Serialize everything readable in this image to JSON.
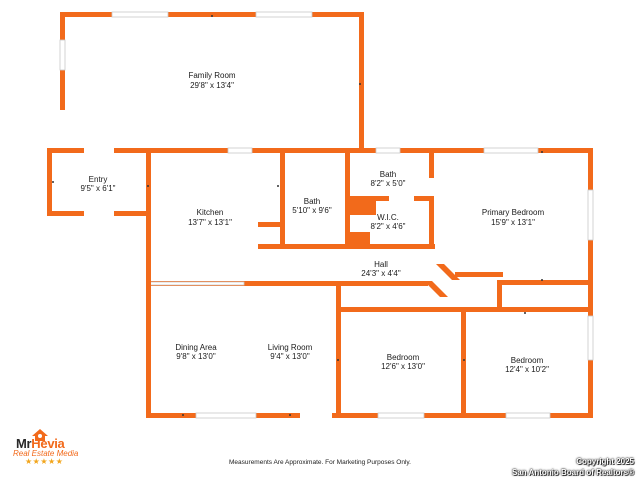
{
  "rooms": {
    "family_room": {
      "name": "Family Room",
      "dims": "29'8\" x 13'4\""
    },
    "entry": {
      "name": "Entry",
      "dims": "9'5\" x 6'1\""
    },
    "kitchen": {
      "name": "Kitchen",
      "dims": "13'7\" x 13'1\""
    },
    "bath_1": {
      "name": "Bath",
      "dims": "5'10\" x 9'6\""
    },
    "bath_2": {
      "name": "Bath",
      "dims": "8'2\" x 5'0\""
    },
    "wic": {
      "name": "W.I.C.",
      "dims": "8'2\" x 4'6\""
    },
    "primary_bedroom": {
      "name": "Primary Bedroom",
      "dims": "15'9\" x 13'1\""
    },
    "hall": {
      "name": "Hall",
      "dims": "24'3\" x 4'4\""
    },
    "dining_area": {
      "name": "Dining Area",
      "dims": "9'8\" x 13'0\""
    },
    "living_room": {
      "name": "Living Room",
      "dims": "9'4\" x 13'0\""
    },
    "bedroom_1": {
      "name": "Bedroom",
      "dims": "12'6\" x 13'0\""
    },
    "bedroom_2": {
      "name": "Bedroom",
      "dims": "12'4\" x 10'2\""
    }
  },
  "logo": {
    "brand_1": "Mr",
    "brand_2": "Hevia",
    "tagline": "Real Estate Media",
    "stars": "★★★★★"
  },
  "disclaimer": "Measurements Are Approximate. For Marketing Purposes Only.",
  "copyright": {
    "line1": "Copyright 2025",
    "line2": "San Antonio Board of Realtors®"
  },
  "colors": {
    "wall": "#f26a1b",
    "background": "#ffffff"
  }
}
